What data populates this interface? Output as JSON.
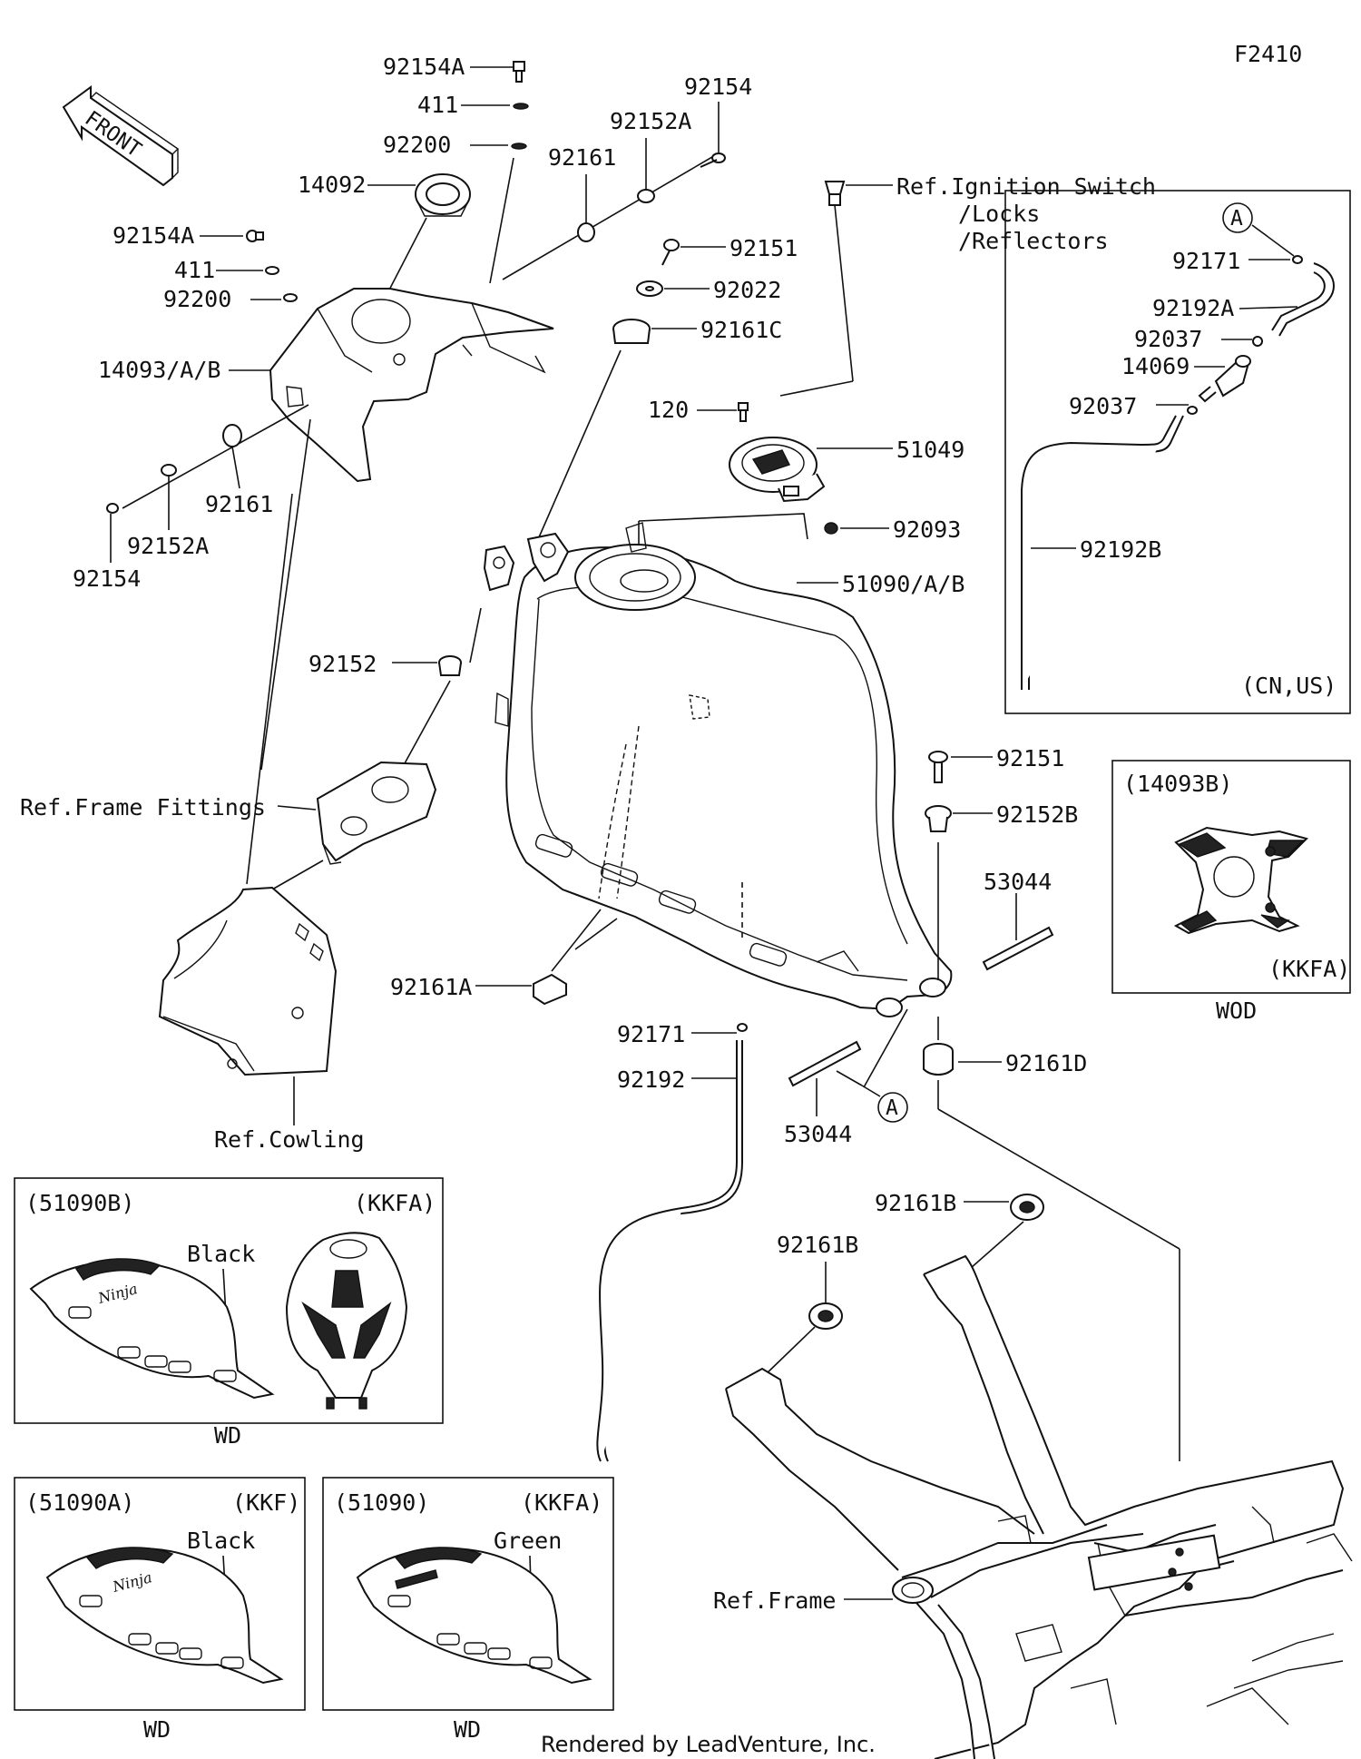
{
  "figure_code": "F2410",
  "front_arrow_text": "FRONT",
  "footer_text": "Rendered by LeadVenture, Inc.",
  "callouts": {
    "p92154A_top": "92154A",
    "p411_top": "411",
    "p92200_top": "92200",
    "p14092": "14092",
    "p92154A_left": "92154A",
    "p411_left": "411",
    "p92200_left": "92200",
    "p14093": "14093/A/B",
    "p92161_left": "92161",
    "p92152A_left": "92152A",
    "p92154_left": "92154",
    "p92161_mid": "92161",
    "p92152A_mid": "92152A",
    "p92154_top": "92154",
    "p92151_top": "92151",
    "p92022": "92022",
    "p92161C": "92161C",
    "p120": "120",
    "p51049": "51049",
    "p92093": "92093",
    "p51090": "51090/A/B",
    "p92152": "92152",
    "ref_frame_fittings": "Ref.Frame Fittings",
    "ref_cowling": "Ref.Cowling",
    "p92161A": "92161A",
    "p92171_bottom": "92171",
    "p92192": "92192",
    "p53044_bottom": "53044",
    "p92151_right": "92151",
    "p92152B": "92152B",
    "p53044_right": "53044",
    "p92161D": "92161D",
    "p92161B_right": "92161B",
    "p92161B_left": "92161B",
    "ref_frame": "Ref.Frame",
    "ref_ignition_1": "Ref.Ignition Switch",
    "ref_ignition_2": "/Locks",
    "ref_ignition_3": "/Reflectors",
    "marker_a": "A"
  },
  "hose_box": {
    "marker": "A",
    "p92171": "92171",
    "p92192A": "92192A",
    "p92037_top": "92037",
    "p14069": "14069",
    "p92037_bottom": "92037",
    "p92192B": "92192B",
    "region": "(CN,US)"
  },
  "inset_14093B": {
    "title": "(14093B)",
    "region": "(KKFA)",
    "caption": "WOD"
  },
  "inset_51090B": {
    "title": "(51090B)",
    "region": "(KKFA)",
    "color": "Black",
    "caption": "WD"
  },
  "inset_51090A": {
    "title": "(51090A)",
    "region": "(KKF)",
    "color": "Black",
    "caption": "WD"
  },
  "inset_51090": {
    "title": "(51090)",
    "region": "(KKFA)",
    "color": "Green",
    "caption": "WD"
  }
}
